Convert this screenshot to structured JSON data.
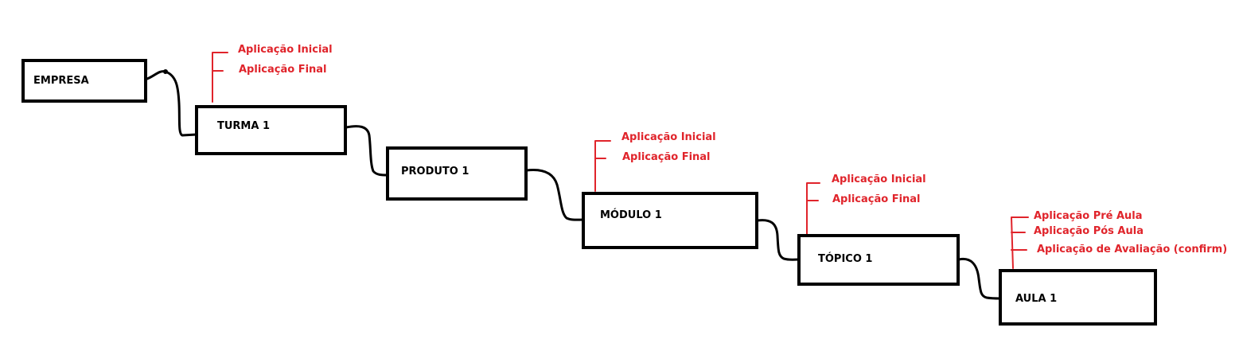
{
  "nodes": {
    "empresa": "EMPRESA",
    "turma": "TURMA 1",
    "produto": "PRODUTO 1",
    "modulo": "MÓDULO 1",
    "topico": "TÓPICO 1",
    "aula": "AULA 1"
  },
  "annotations": {
    "turma": [
      "Aplicação Inicial",
      "Aplicação Final"
    ],
    "modulo": [
      "Aplicação Inicial",
      "Aplicação Final"
    ],
    "topico": [
      "Aplicação Inicial",
      "Aplicação Final"
    ],
    "aula": [
      "Aplicação Pré Aula",
      "Aplicação Pós Aula",
      "Aplicação de Avaliação (confirm)"
    ]
  },
  "colors": {
    "box_border": "#000000",
    "annotation": "#e0242b"
  }
}
